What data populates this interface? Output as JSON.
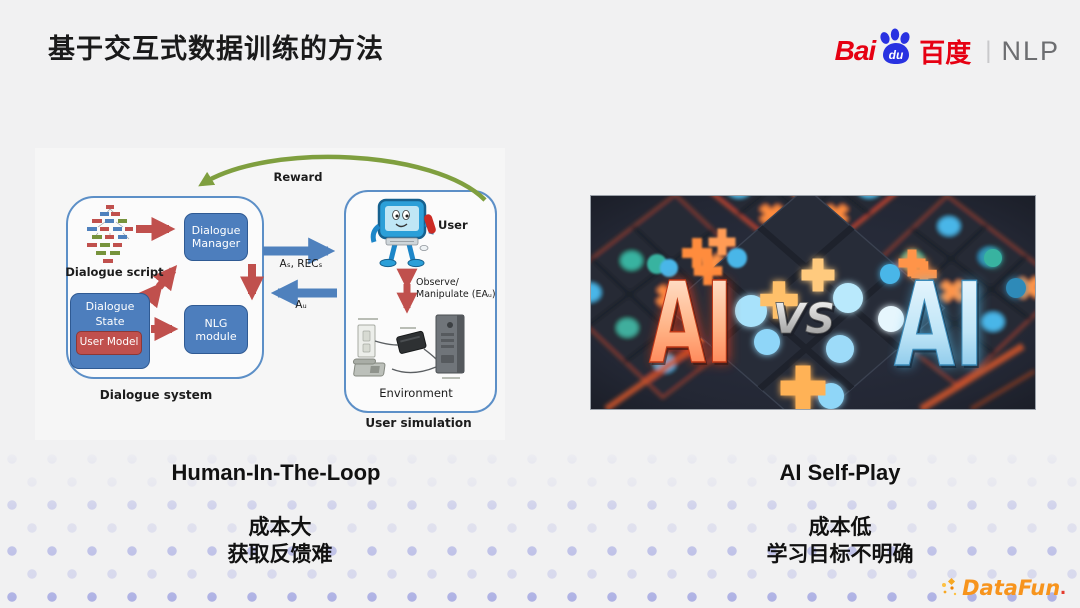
{
  "slide": {
    "title": "基于交互式数据训练的方法"
  },
  "header_logo": {
    "bai": "Bai",
    "du": "du",
    "baidu_cn": "百度",
    "separator": "|",
    "dept": "NLP"
  },
  "hitl": {
    "caption": "Human-In-The-Loop",
    "note_line1": "成本大",
    "note_line2": "获取反馈难",
    "diagram": {
      "reward_label": "Reward",
      "as_recs_label": "Aₛ, RECₛ",
      "au_label": "Aᵤ",
      "dialogue_script_label": "Dialogue script",
      "dialogue_manager_line1": "Dialogue",
      "dialogue_manager_line2": "Manager",
      "dialogue_state_line1": "Dialogue",
      "dialogue_state_line2": "State",
      "user_model_label": "User Model",
      "nlg_line1": "NLG",
      "nlg_line2": "module",
      "dialogue_system_label": "Dialogue system",
      "user_label": "User",
      "observe_line1": "Observe/",
      "observe_line2": "Manipulate (EAᵤ)",
      "environment_label": "Environment",
      "user_simulation_label": "User simulation"
    }
  },
  "selfplay": {
    "caption": "AI Self-Play",
    "note_line1": "成本低",
    "note_line2": "学习目标不明确",
    "image": {
      "ai_left": "AI",
      "vs": "VS",
      "ai_right": "AI"
    }
  },
  "footer": {
    "brand_name": "DataFun",
    "brand_dot": "."
  },
  "colors": {
    "background": "#f1f1f2",
    "baidu_red": "#e60012",
    "baidu_blue": "#2932e1",
    "nlp_gray": "#6d6e71",
    "diagram_blue": "#4d7ebd",
    "diagram_red": "#c0504d",
    "diagram_green": "#7f9f3f",
    "dots_purple": "#6067d3",
    "datafun_orange": "#f7941d"
  }
}
